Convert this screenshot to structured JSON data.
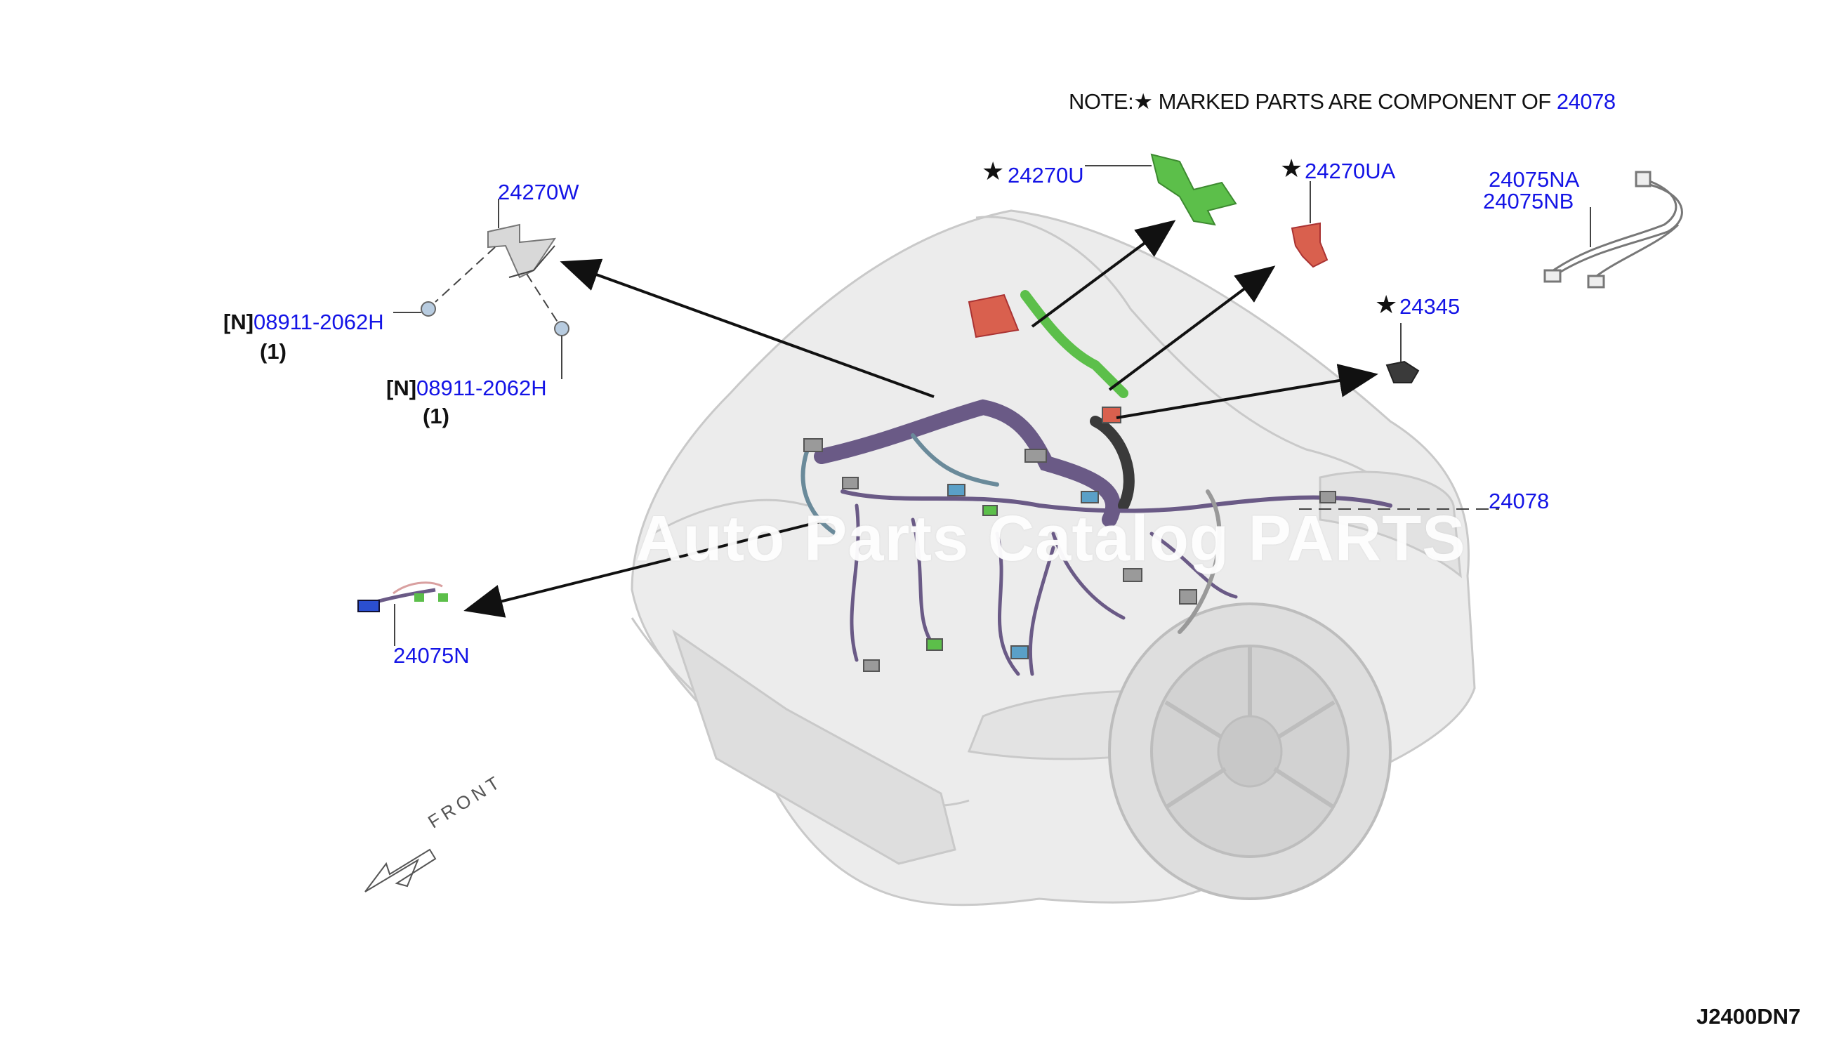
{
  "note": {
    "prefix": "NOTE:",
    "star": "★",
    "text": "MARKED PARTS ARE COMPONENT OF",
    "ref": "24078"
  },
  "parts": {
    "p24270W": "24270W",
    "p24270U": "24270U",
    "p24270UA": "24270UA",
    "p24075NA": "24075NA",
    "p24075NB": "24075NB",
    "p24345": "24345",
    "p24078": "24078",
    "p24075N": "24075N",
    "bolt1_prefix": "[N]",
    "bolt1": "08911-2062H",
    "bolt1_qty": "(1)",
    "bolt2_prefix": "[N]",
    "bolt2": "08911-2062H",
    "bolt2_qty": "(1)"
  },
  "star": "★",
  "watermark": "Auto Parts Catalog PARTS",
  "front_label": "FRONT",
  "diagram_code": "J2400DN7",
  "colors": {
    "part_link": "#1414e6",
    "bracket_green": "#5cbf4a",
    "bracket_red": "#d9604e",
    "harness": "#6a5a86"
  }
}
